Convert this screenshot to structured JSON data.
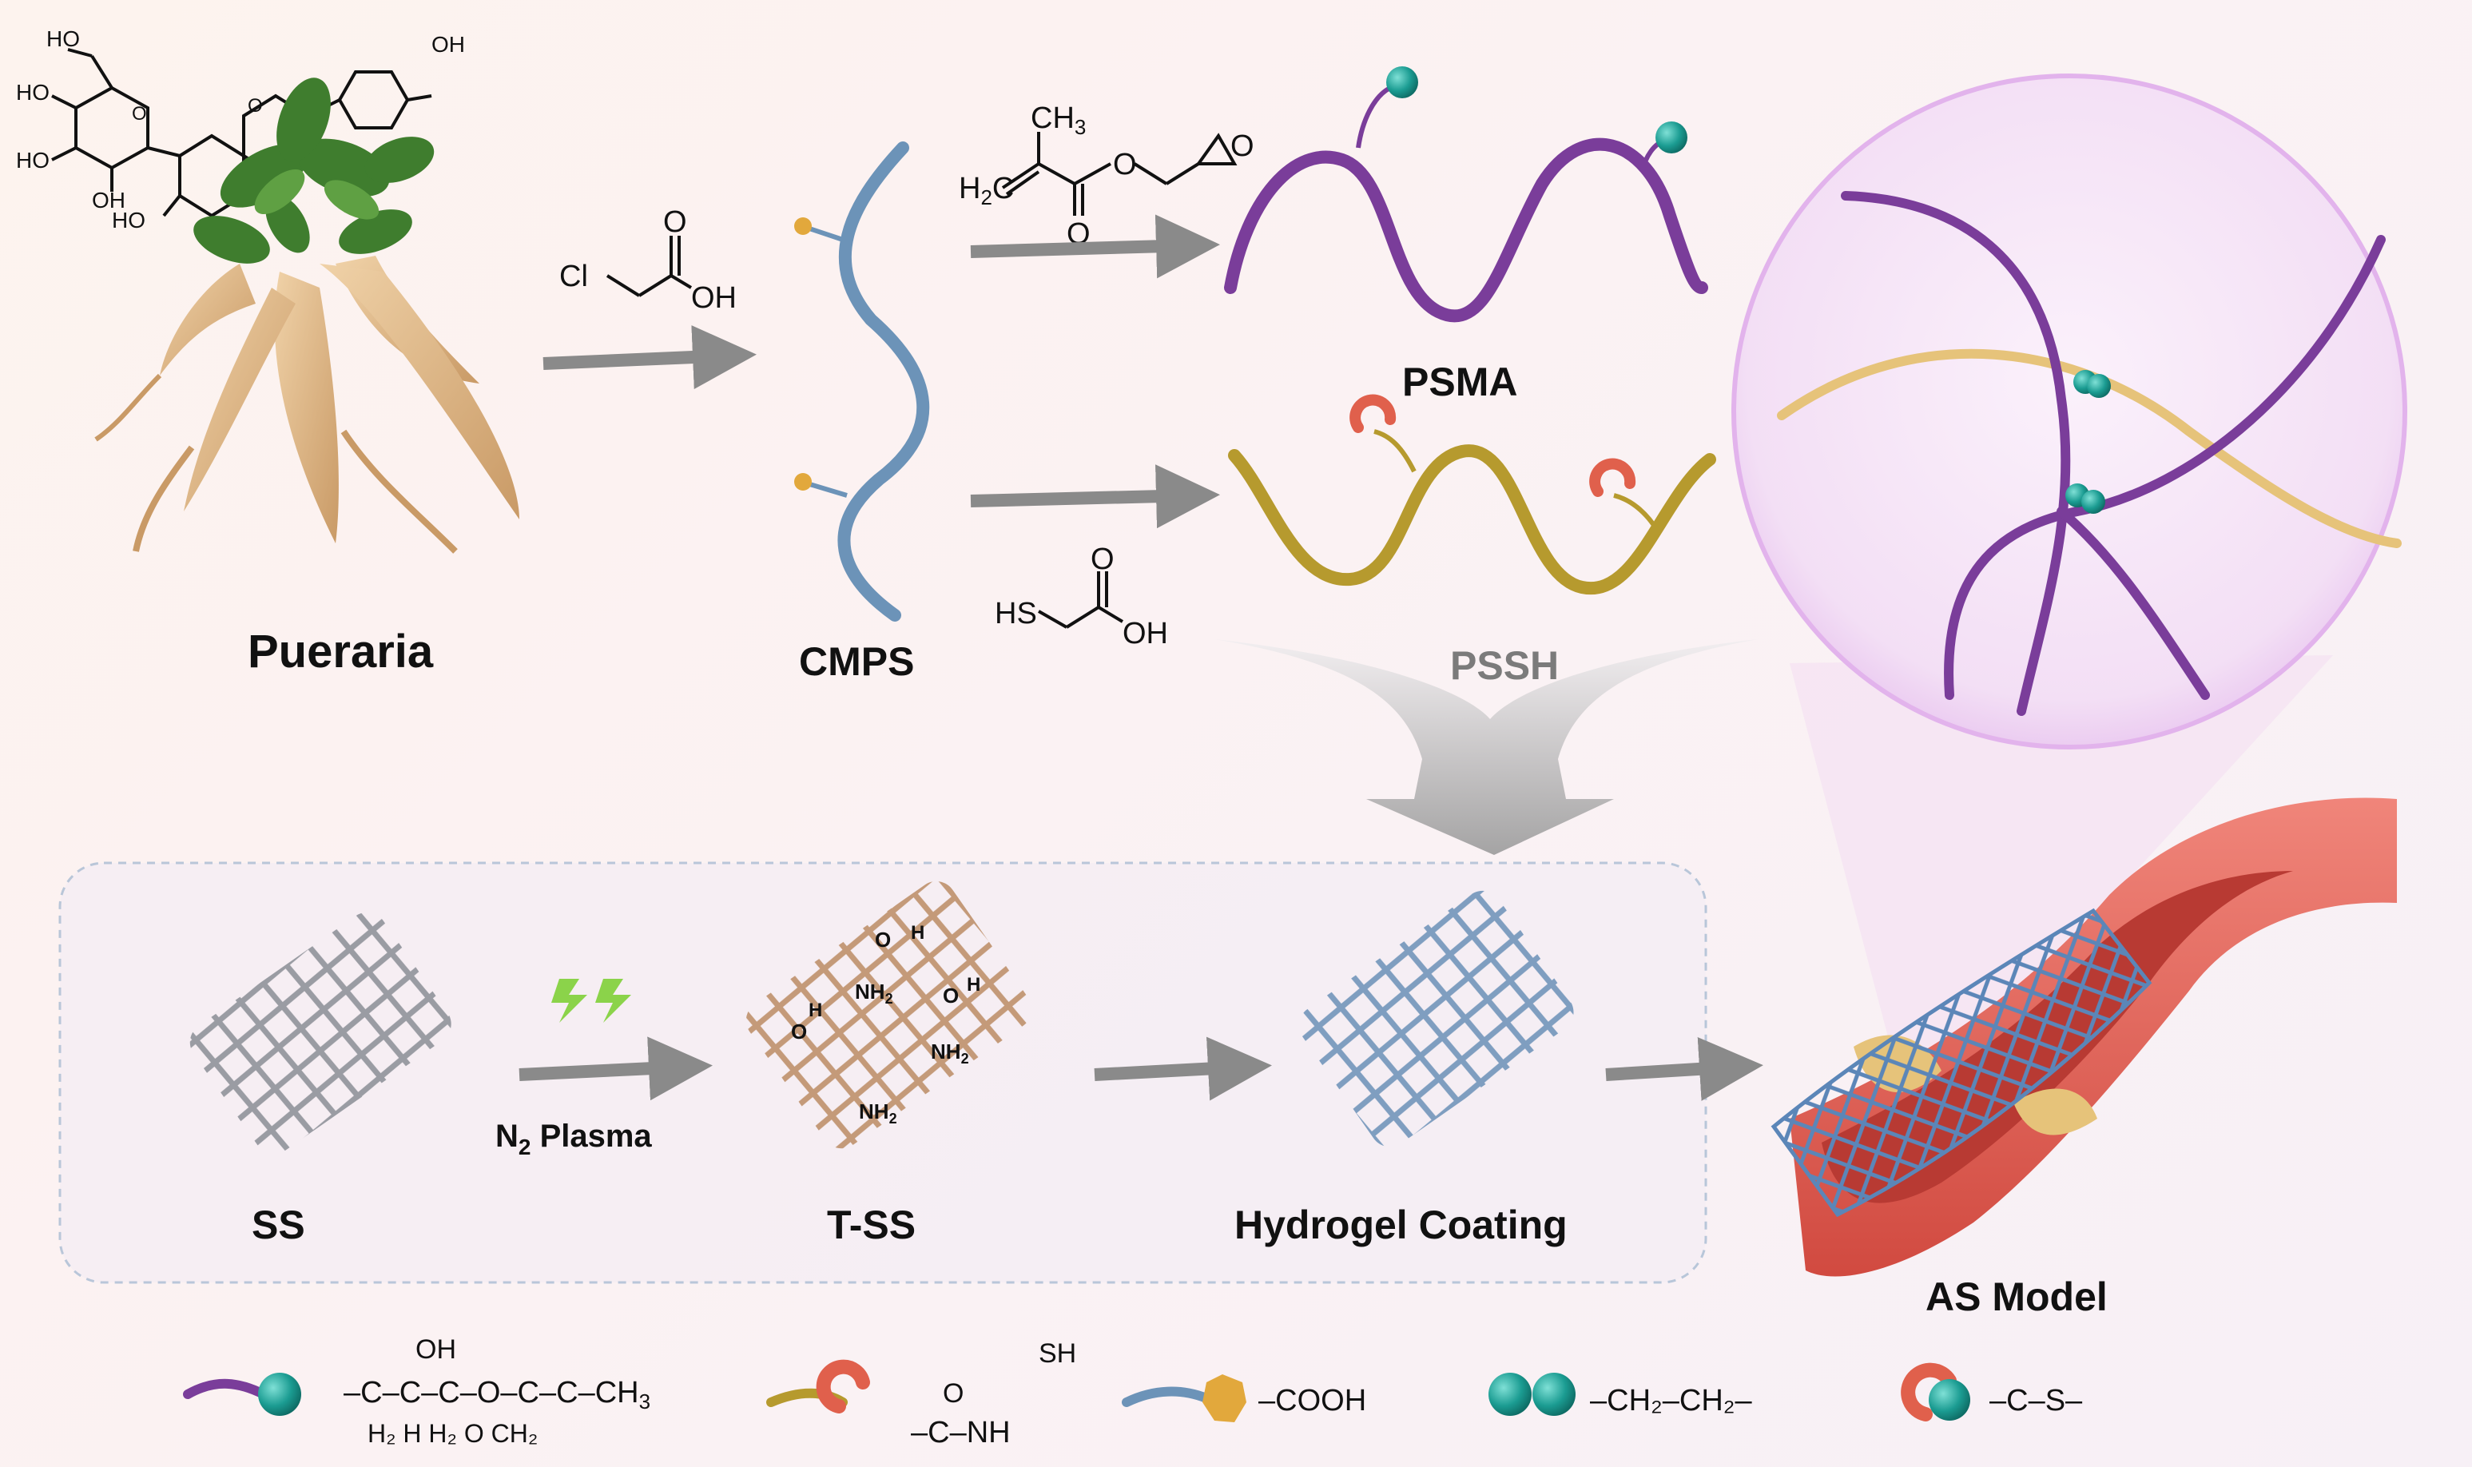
{
  "labels": {
    "pueraria": "Pueraria",
    "cmps": "CMPS",
    "psma": "PSMA",
    "pssh": "PSSH",
    "ss": "SS",
    "tss": "T-SS",
    "hydrogel_coating": "Hydrogel Coating",
    "as_model": "AS Model",
    "n2_plasma_n": "N",
    "n2_plasma_sub": "2",
    "n2_plasma_rest": " Plasma"
  },
  "reagents": {
    "chloroacetic": {
      "cl": "Cl",
      "o": "O",
      "oh": "OH"
    },
    "gma": {
      "ch3": "CH",
      "ch3_sub": "3",
      "h2c": "H",
      "h2c_sub": "2",
      "h2c_c": "C",
      "o1": "O",
      "o2": "O",
      "o3": "O"
    },
    "thioglycolic": {
      "hs": "HS",
      "o": "O",
      "oh": "OH"
    }
  },
  "puerarin": {
    "ho1": "HO",
    "ho2": "HO",
    "ho3": "HO",
    "oh4": "OH",
    "ho5": "HO",
    "oh6": "OH",
    "o1": "O",
    "o2": "O",
    "o3": "O"
  },
  "surface_groups": {
    "h": "H",
    "o": "O",
    "nh2": "NH",
    "nh2_sub": "2"
  },
  "legend": {
    "gma_group": {
      "top": "OH",
      "main": "–C–C–C–O–C–C–CH",
      "main_sub": "3",
      "bottom": "H₂ H  H₂   O  CH₂"
    },
    "thiol_group": {
      "sh": "SH",
      "o": "O",
      "main": "–C–NH"
    },
    "cooh_group": "–COOH",
    "bond_group": "–CH₂–CH₂–",
    "thioether_group": "–C–S–"
  },
  "colors": {
    "psma": "#7a3d9a",
    "pssh": "#b69a2e",
    "cmps": "#6c93b8",
    "teal_bead": "#1b9c92",
    "thiol_red": "#e0604c",
    "stent_gray": "#9a9ca3",
    "stent_tan": "#c49a79",
    "stent_blue": "#7f9ec0",
    "vessel_red": "#e66055",
    "plaque": "#e6c37a",
    "arrow_gray": "#8a8a8a",
    "bolt_green": "#8bd34a"
  }
}
